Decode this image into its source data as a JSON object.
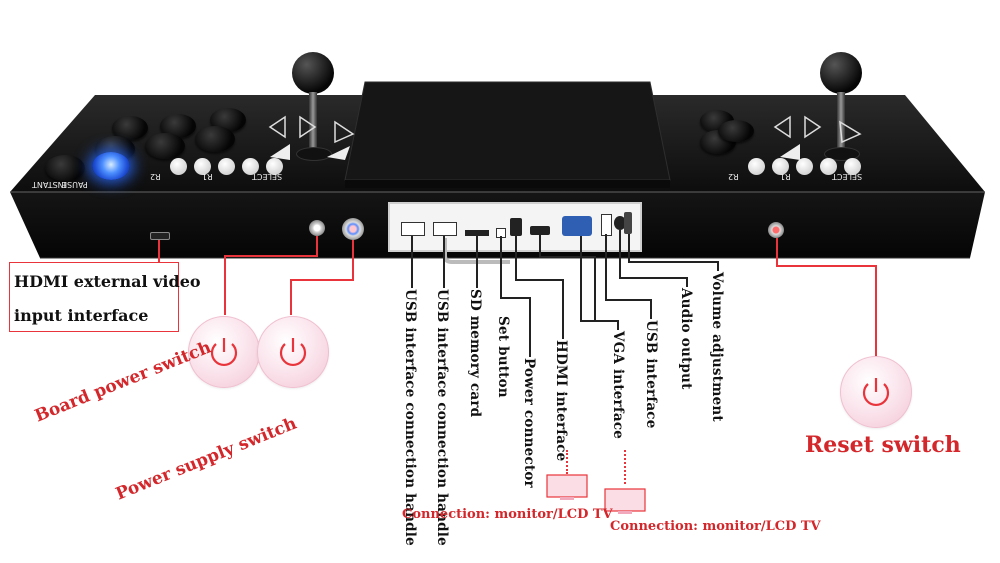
{
  "labels": {
    "hdmi_external_line1": "HDMI external video",
    "hdmi_external_line2": "input interface",
    "board_power_switch": "Board power switch",
    "power_supply_switch": "Power supply switch",
    "reset_switch": "Reset switch",
    "connection_1": "Connection: monitor/LCD TV",
    "connection_2": "Connection: monitor/LCD TV"
  },
  "ports": [
    "USB interface connection handle",
    "USB interface connection handle",
    "SD memory card",
    "Set button",
    "Power connector",
    "HDMI interface",
    "VGA interface",
    "USB interface",
    "Audio output",
    "Volume adjustment"
  ],
  "panel": {
    "left_pause": "PAUSE",
    "left_instant": "INSTANT",
    "left_r2": "R2",
    "left_r1": "R1",
    "left_select": "SELECT",
    "right_r2": "R2",
    "right_r1": "R1",
    "right_select": "SELECT"
  },
  "colors": {
    "accent_red": "#e8343a",
    "caption_red": "#d3272b",
    "device_black": "#0b0b0b",
    "glow_blue": "#2a6cff"
  }
}
